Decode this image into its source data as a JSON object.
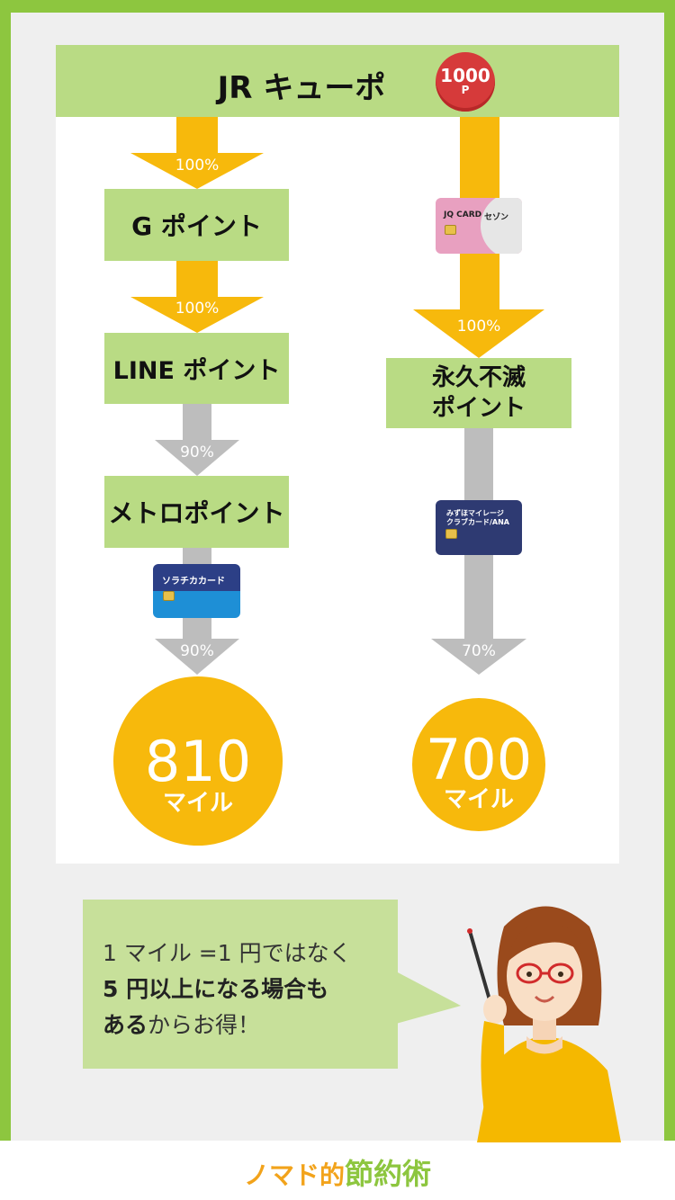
{
  "header": {
    "title": "JR キューポ",
    "badge_amount": "1000",
    "badge_unit": "P"
  },
  "left_flow": {
    "arrow1_pct": "100%",
    "box1": "G ポイント",
    "arrow2_pct": "100%",
    "box2": "LINE ポイント",
    "arrow3_pct": "90%",
    "box3": "メトロポイント",
    "card_label": "ソラチカカード",
    "arrow4_pct": "90%",
    "result_value": "810",
    "result_unit": "マイル"
  },
  "right_flow": {
    "card1_label_a": "JQ CARD",
    "card1_label_b": "セゾン",
    "arrow1_pct": "100%",
    "box1_line1": "永久不滅",
    "box1_line2": "ポイント",
    "card2_label_line1": "みずほマイレージ",
    "card2_label_line2": "クラブカード/ANA",
    "arrow2_pct": "70%",
    "result_value": "700",
    "result_unit": "マイル"
  },
  "speech": {
    "line1": "1 マイル =1 円ではなく",
    "line2": "5 円以上になる場合も",
    "line3_bold": "ある",
    "line3_rest": "からお得！"
  },
  "footer": {
    "logo_left": "ノマド的",
    "logo_right": "節約術"
  },
  "colors": {
    "frame_green": "#8dc63f",
    "box_green": "#b9db84",
    "accent_yellow": "#f7b90c",
    "arrow_gray": "#bdbdbd",
    "badge_red": "#d63a3a"
  }
}
